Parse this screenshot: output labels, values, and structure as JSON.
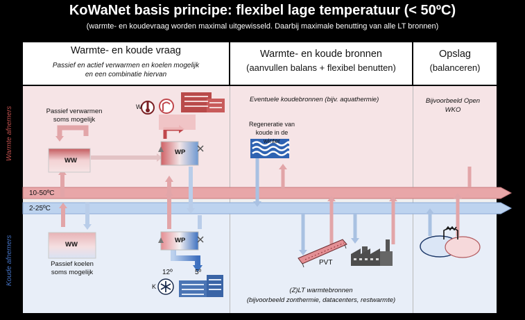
{
  "title": "KoWaNet basis principe: flexibel lage temperatuur (< 50ºC)",
  "subtitle": "(warmte- en koudevraag  worden maximal uitgewisseld. Daarbij maximale benutting van alle LT bronnen)",
  "columns": {
    "demand": {
      "title": "Warmte- en koude vraag",
      "subtitle": "Passief en actief verwarmen en koelen mogelijk en een combinatie hiervan"
    },
    "sources": {
      "title": "Warmte- en koude bronnen",
      "subtitle": "(aanvullen balans + flexibel benutten)"
    },
    "storage": {
      "title": "Opslag",
      "subtitle": "(balanceren)"
    }
  },
  "side_labels": {
    "warm": "Warmte afnemers",
    "cold": "Koude afnemers"
  },
  "warm_zone": {
    "passive_heating": "Passief verwarmen soms mogelijk",
    "ww_label": "WW",
    "wp_label": "WP",
    "w_label": "W",
    "cold_sources": "Eventuele koudebronnen (bijv. aquathermie)",
    "regeneration": "Regeneratie van koude in de winter",
    "storage_example": "Bijvoorbeeld Open WKO"
  },
  "pipes": {
    "warm": "10-50ºC",
    "cold": "2-25ºC"
  },
  "cold_zone": {
    "ww_label": "WW",
    "passive_cooling": "Passief koelen soms mogelijk",
    "wp_label": "WP",
    "temp_12": "12º",
    "temp_5": "5º",
    "k_label": "K",
    "pvt_label": "PVT",
    "lt_sources": "(Z)LT warmtebronnen",
    "lt_examples": "(bijvoorbeeld zonthermie, datacenters, restwarmte)"
  },
  "colors": {
    "warm_pipe": "#e8a6a8",
    "cold_pipe": "#bdd3ef",
    "warm_zone": "#f6e4e6",
    "cold_zone": "#e8eef8",
    "building_red": "#b94a4a",
    "building_blue": "#4a74b4"
  }
}
